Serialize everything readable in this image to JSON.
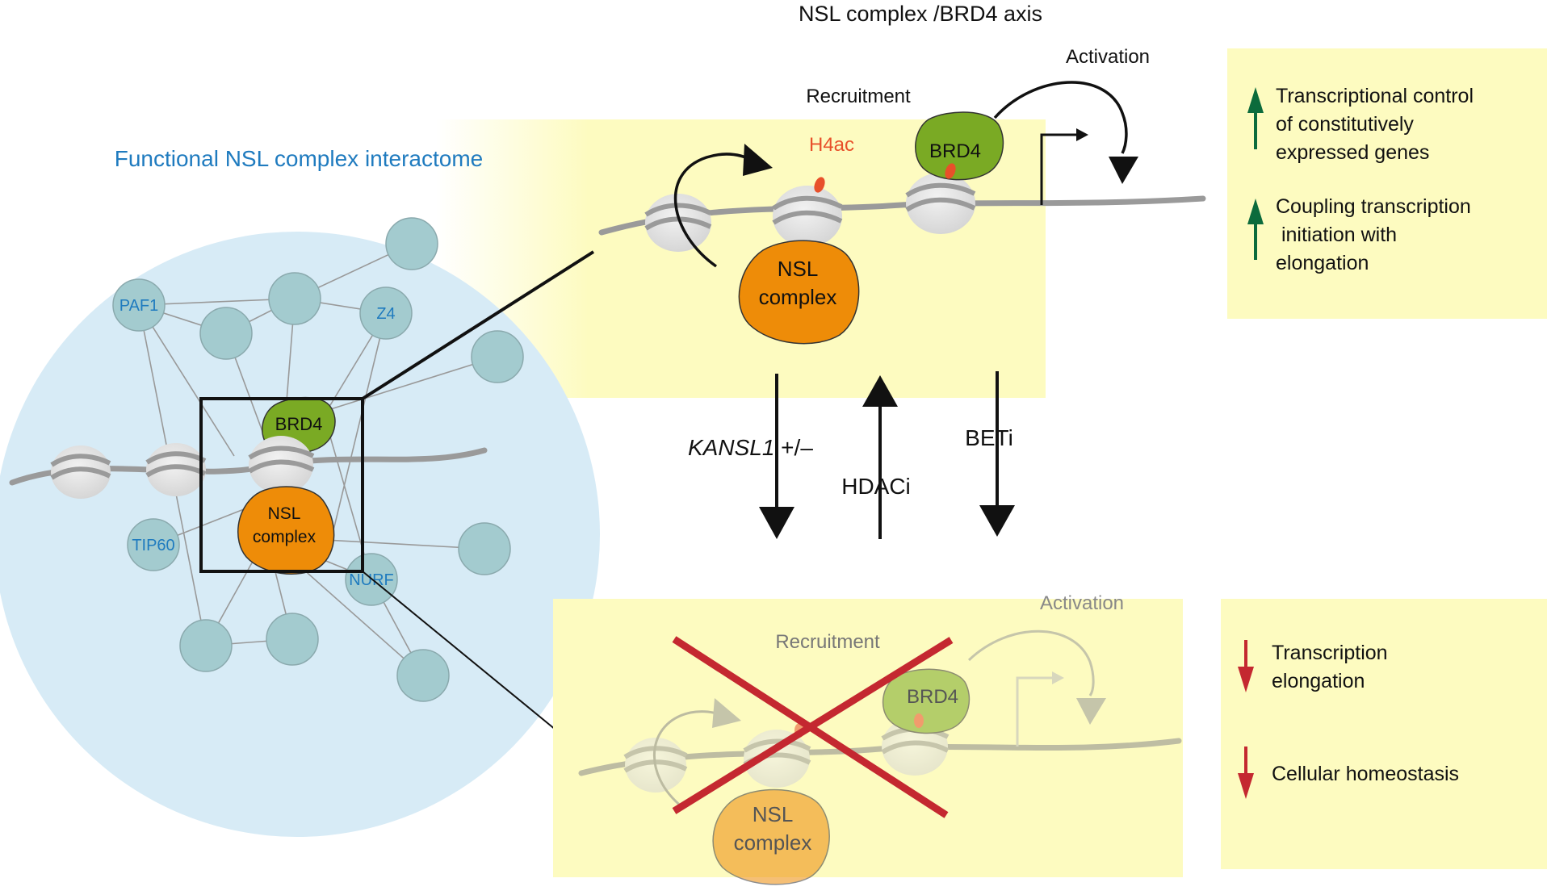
{
  "title": "NSL complex /BRD4 axis",
  "interactome": {
    "heading": "Functional NSL complex interactome",
    "node_labels": [
      "PAF1",
      "Z4",
      "TIP60",
      "NURF"
    ],
    "brd4_label": "BRD4",
    "nsl_label_line1": "NSL",
    "nsl_label_line2": "complex"
  },
  "top_panel": {
    "recruitment": "Recruitment",
    "activation": "Activation",
    "h4ac": "H4ac",
    "brd4": "BRD4",
    "nsl_line1": "NSL",
    "nsl_line2": "complex"
  },
  "middle": {
    "kansl1_italic": "KANSL1",
    "kansl1_suffix": " +/–",
    "hdaci": "HDACi",
    "beti": "BETi"
  },
  "bottom_panel": {
    "recruitment": "Recruitment",
    "activation": "Activation",
    "brd4": "BRD4",
    "nsl_line1": "NSL",
    "nsl_line2": "complex"
  },
  "outcomes_up": [
    [
      "Transcriptional control",
      "of constitutively",
      "expressed genes"
    ],
    [
      "Coupling transcription",
      " initiation with",
      "elongation"
    ]
  ],
  "outcomes_down": [
    [
      "Transcription",
      "elongation"
    ],
    [
      "Cellular homeostasis"
    ]
  ],
  "colors": {
    "panel_yellow": "#fdfbc0",
    "interactome_blue": "#d7ebf6",
    "node_teal": "#a3cbcf",
    "brd4_green": "#7aaa24",
    "nsl_orange": "#ee8c08",
    "label_blue": "#1f7bbf",
    "h4ac_red": "#e8502a",
    "arrow_up_green": "#0c6b3c",
    "arrow_down_red": "#c42830",
    "cross_red": "#c42830"
  }
}
